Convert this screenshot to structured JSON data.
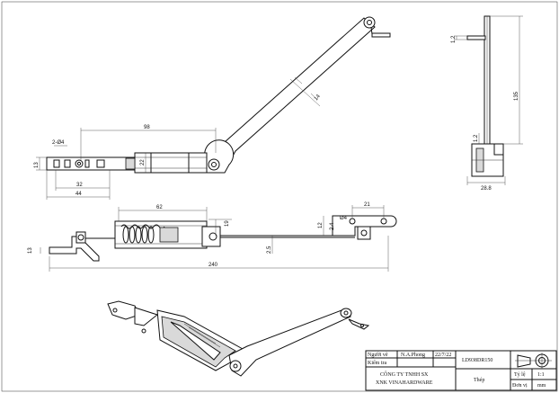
{
  "dimensions": {
    "top_length": "98",
    "top_width": "22",
    "top_height": "13",
    "top_hole_spacing": "32",
    "top_bracket_length": "44",
    "top_hole_dia": "2-Ø4",
    "top_arm_width": "14",
    "side_gap": "1.2",
    "side_height": "135",
    "side_gap_lower": "1.2",
    "side_width": "28.8",
    "front_spring_length": "62",
    "front_height": "19",
    "front_total_length": "240",
    "front_bracket_height": "13",
    "front_offset": "2.5",
    "right_bracket_height": "12",
    "right_bracket_small": "2.4",
    "right_hole_dia": "Ø4",
    "right_hole_spacing": "21"
  },
  "title_block": {
    "drawn_by_label": "Người vẽ",
    "drawn_by": "N.A.Phong",
    "date": "22/7/22",
    "checked_label": "Kiểm tra",
    "part_code": "LD938DR150",
    "company_line1": "CÔNG TY TNHH SX",
    "company_line2": "XNK VINAHARDWARE",
    "material": "Thép",
    "scale_label": "Tỷ lệ",
    "scale_value": "1:1",
    "unit_label": "Đơn vị",
    "unit_value": "mm"
  }
}
